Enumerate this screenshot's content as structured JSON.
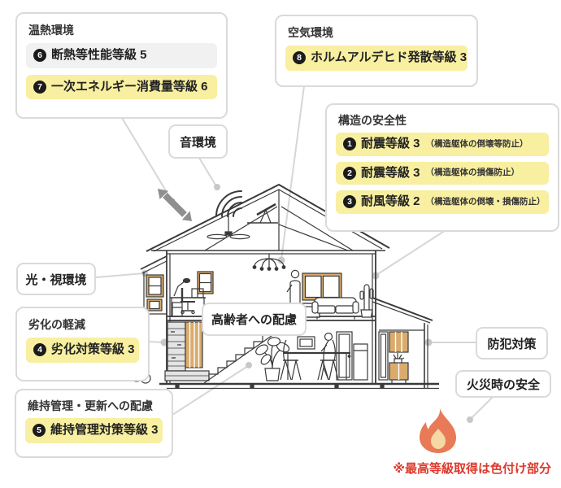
{
  "title": "住宅性能 等級ダイアグラム",
  "colors": {
    "highlight_yellow": "#f8efa0",
    "muted_gray_chip": "#f1f1f1",
    "box_border": "#dadada",
    "connector_line": "#d6d6d6",
    "connector_dot": "#c8c8c8",
    "badge_black": "#1b1b1b",
    "note_red": "#dc392c",
    "wood_tan": "#d9ab6d",
    "flame_outer": "#e87a58",
    "flame_inner": "#f5d8a3",
    "heat_arrow_gray": "#8f8f8f"
  },
  "groups": [
    {
      "title": "温熱環境",
      "items": [
        {
          "num": "6",
          "label": "断熱等性能等級 5",
          "note": "",
          "highlight": false
        },
        {
          "num": "7",
          "label": "一次エネルギー消費量等級 6",
          "note": "",
          "highlight": true
        }
      ]
    },
    {
      "title": "空気環境",
      "items": [
        {
          "num": "8",
          "label": "ホルムアルデヒド発散等級 3",
          "note": "",
          "highlight": true
        }
      ]
    },
    {
      "title": "構造の安全性",
      "items": [
        {
          "num": "1",
          "label": "耐震等級 3",
          "note": "（構造躯体の倒壊等防止）",
          "highlight": true
        },
        {
          "num": "2",
          "label": "耐震等級 3",
          "note": "（構造躯体の損傷防止）",
          "highlight": true
        },
        {
          "num": "3",
          "label": "耐風等級 2",
          "note": "（構造躯体の倒壊・損傷防止）",
          "highlight": true
        }
      ]
    },
    {
      "title": "劣化の軽減",
      "items": [
        {
          "num": "4",
          "label": "劣化対策等級 3",
          "note": "",
          "highlight": true
        }
      ]
    },
    {
      "title": "維持管理・更新への配慮",
      "items": [
        {
          "num": "5",
          "label": "維持管理対策等級 3",
          "note": "",
          "highlight": true
        }
      ]
    }
  ],
  "tags": [
    {
      "label": "音環境"
    },
    {
      "label": "光・視環境"
    },
    {
      "label": "高齢者への配慮"
    },
    {
      "label": "防犯対策"
    },
    {
      "label": "火災時の安全"
    }
  ],
  "note": {
    "text": "※最高等級取得は色付け部分"
  },
  "icons": [
    {
      "name": "heat-flow-arrow",
      "meaning": "断熱（熱の出入り）を示す両向き矢印"
    },
    {
      "name": "sound-waves-icon",
      "meaning": "音環境を示す音波"
    },
    {
      "name": "flame-icon",
      "meaning": "火災時の安全を示す炎"
    }
  ]
}
